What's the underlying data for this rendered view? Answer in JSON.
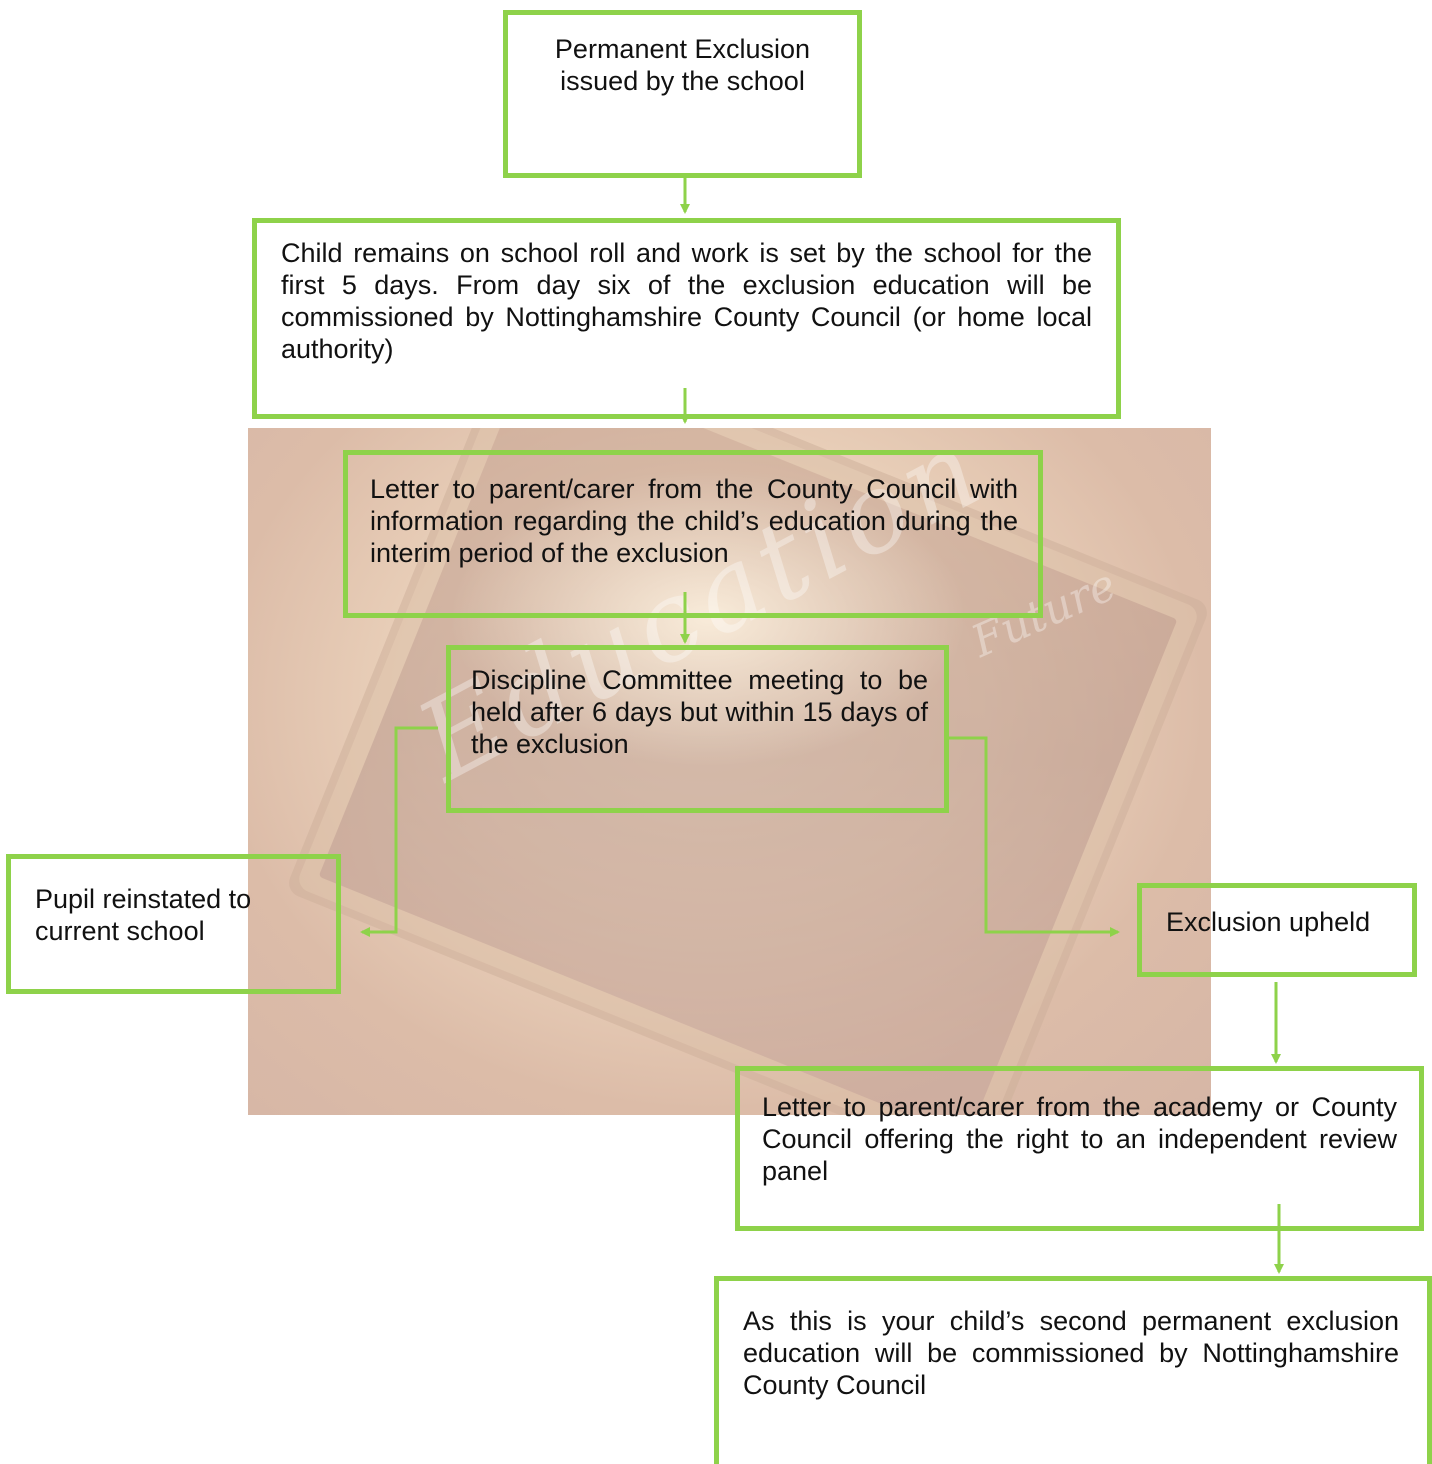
{
  "boxes": {
    "issued": "Permanent Exclusion issued by the school",
    "roll": "Child remains on school roll and work is set by the school for the first 5 days. From day six of the exclusion education will be commissioned by Nottinghamshire County Council (or home local authority)",
    "letter_county": "Letter to parent/carer from the County Council with information regarding the child’s education during the interim period of the exclusion",
    "committee": "Discipline Committee meeting to be held after 6 days but within 15 days of the exclusion",
    "reinstated": "Pupil reinstated to current school",
    "upheld": "Exclusion upheld",
    "letter_academy": "Letter to parent/carer from the academy or County Council offering the right to an independent review panel",
    "second": "As this is your child’s second permanent exclusion education will be commissioned by Nottinghamshire County Council"
  },
  "background": {
    "chalk_word": "Education",
    "chalk_word_2": "Future"
  },
  "colors": {
    "box_border": "#8ed24a",
    "connector": "#8ed24a"
  }
}
